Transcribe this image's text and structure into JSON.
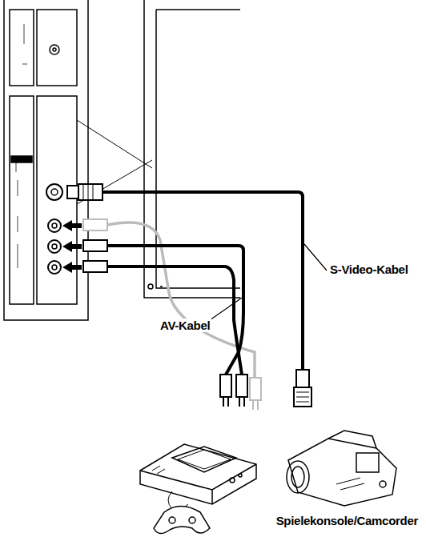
{
  "diagram": {
    "labels": [
      "S-Video-Kabel",
      "AV-Kabel",
      "Spielekonsole/Camcorder"
    ]
  }
}
